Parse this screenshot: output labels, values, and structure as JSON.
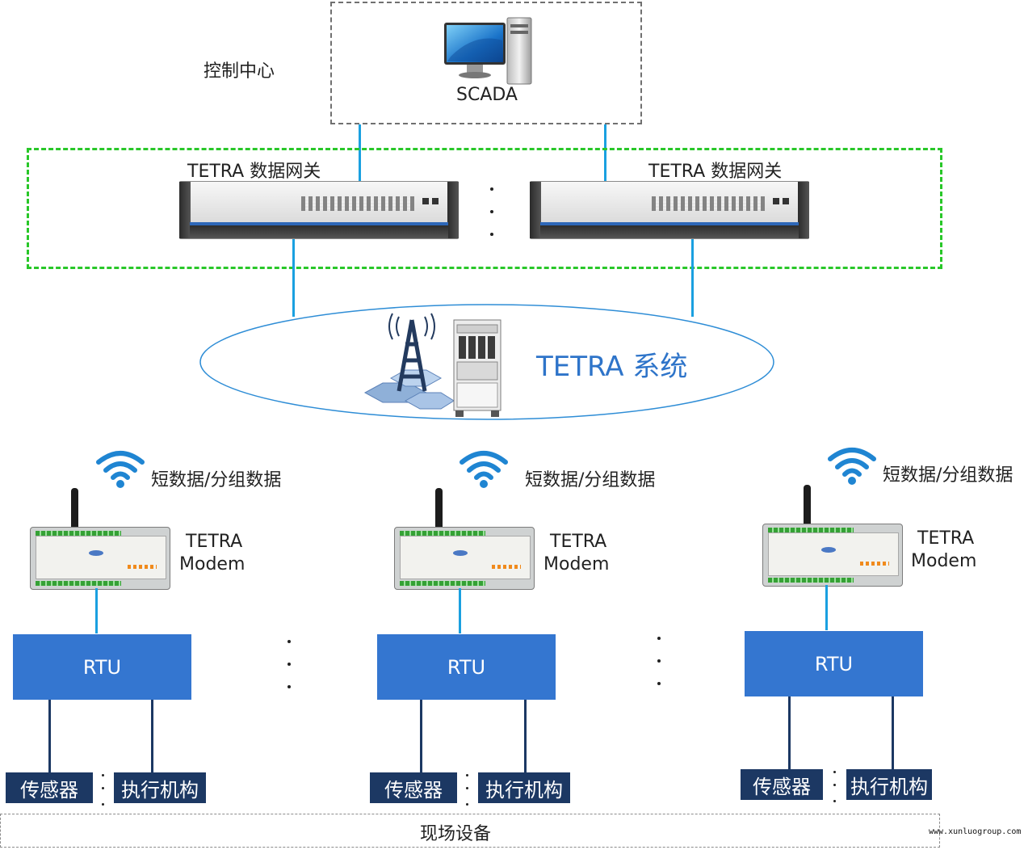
{
  "control_center": {
    "label": "控制中心",
    "scada_label": "SCADA"
  },
  "gateways": [
    {
      "label": "TETRA 数据网关"
    },
    {
      "label": "TETRA 数据网关"
    }
  ],
  "tetra_system": {
    "label": "TETRA 系统"
  },
  "sites": [
    {
      "data_label": "短数据/分组数据",
      "modem_line1": "TETRA",
      "modem_line2": "Modem",
      "rtu_label": "RTU",
      "sensor_label": "传感器",
      "actuator_label": "执行机构"
    },
    {
      "data_label": "短数据/分组数据",
      "modem_line1": "TETRA",
      "modem_line2": "Modem",
      "rtu_label": "RTU",
      "sensor_label": "传感器",
      "actuator_label": "执行机构"
    },
    {
      "data_label": "短数据/分组数据",
      "modem_line1": "TETRA",
      "modem_line2": "Modem",
      "rtu_label": "RTU",
      "sensor_label": "传感器",
      "actuator_label": "执行机构"
    }
  ],
  "field_equipment": {
    "label": "现场设备"
  },
  "watermark": "www.xunluogroup.com",
  "colors": {
    "accent_blue": "#3476d0",
    "link_cyan": "#1aa0e0",
    "navy": "#1c3863",
    "gateway_dash": "#29c729",
    "title_blue": "#2e74c9"
  },
  "icons": [
    "computer-icon",
    "gateway-device-icon",
    "tower-icon",
    "rack-icon",
    "wifi-icon",
    "modem-device-icon"
  ]
}
